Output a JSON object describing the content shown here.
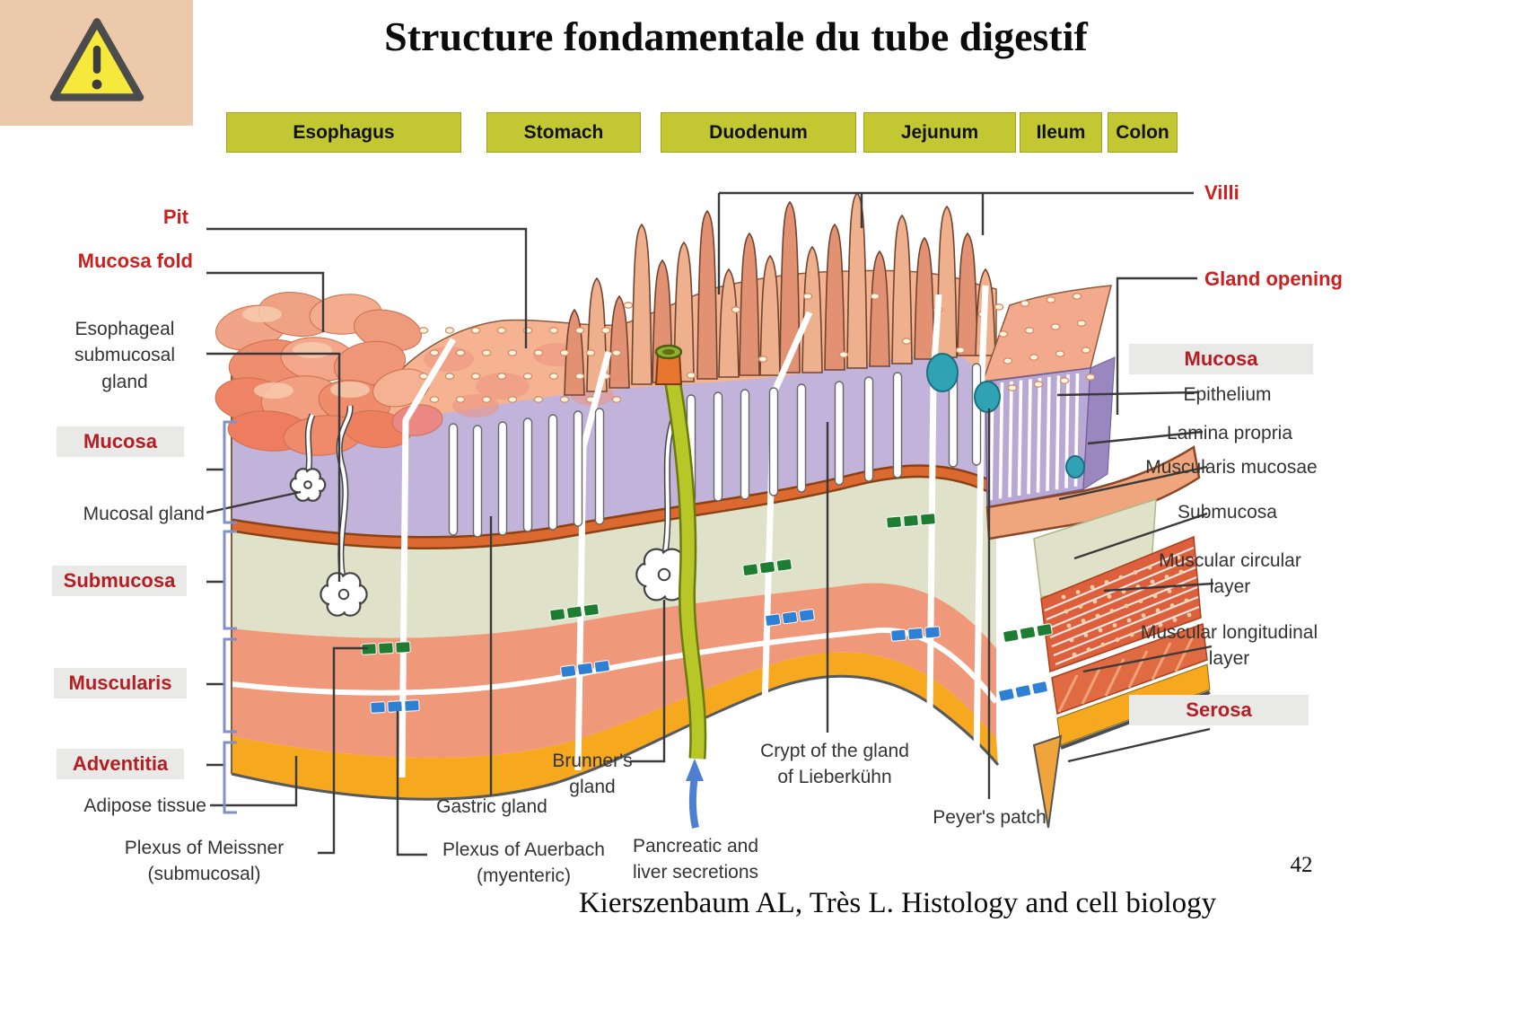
{
  "slide": {
    "title": "Structure fondamentale du tube digestif",
    "warning_icon": "warning-triangle-icon",
    "page_number": "42",
    "citation": "Kierszenbaum AL, Très L. Histology and cell biology"
  },
  "region_headers": [
    "Esophagus",
    "Stomach",
    "Duodenum",
    "Jejunum",
    "Ileum",
    "Colon"
  ],
  "labels": {
    "pit": "Pit",
    "mucosa_fold": "Mucosa fold",
    "esophageal_submucosal_gland": "Esophageal submucosal gland",
    "mucosa_left": "Mucosa",
    "mucosal_gland": "Mucosal gland",
    "submucosa_left": "Submucosa",
    "muscularis": "Muscularis",
    "adventitia": "Adventitia",
    "adipose_tissue": "Adipose tissue",
    "plexus_meissner_1": "Plexus of Meissner",
    "plexus_meissner_2": "(submucosal)",
    "plexus_auerbach_1": "Plexus of Auerbach",
    "plexus_auerbach_2": "(myenteric)",
    "gastric_gland": "Gastric gland",
    "brunner_1": "Brunner's",
    "brunner_2": "gland",
    "pancreatic_1": "Pancreatic and",
    "pancreatic_2": "liver secretions",
    "crypt_1": "Crypt of the gland",
    "crypt_2": "of Lieberkühn",
    "peyer": "Peyer's patch",
    "villi": "Villi",
    "gland_opening": "Gland opening",
    "mucosa_right": "Mucosa",
    "epithelium": "Epithelium",
    "lamina_propria": "Lamina propria",
    "muscularis_mucosae": "Muscularis mucosae",
    "submucosa_right": "Submucosa",
    "muscular_circular_1": "Muscular circular",
    "muscular_circular_2": "layer",
    "muscular_longitudinal_1": "Muscular longitudinal",
    "muscular_longitudinal_2": "layer",
    "serosa": "Serosa"
  },
  "colors": {
    "header_bg": "#c3c832",
    "label_red": "#cc2020",
    "label_dark_red": "#b41e23",
    "label_gray_bg": "#e9e9e7",
    "warning_bg": "#edc9ac",
    "warning_yellow": "#f7e93c",
    "mucosa_purple": "#c2b3da",
    "submucosa_green": "#dfe1c8",
    "muscle_salmon": "#f0987a",
    "serosa_yellow": "#f6a81f",
    "surface_pink": "#f5b392",
    "plexus_green": "#1e7d32",
    "plexus_blue": "#2d80d3",
    "duct_green": "#b7c728",
    "arrow_blue": "#4e7fd0",
    "lymph_teal": "#2fa3b4"
  }
}
